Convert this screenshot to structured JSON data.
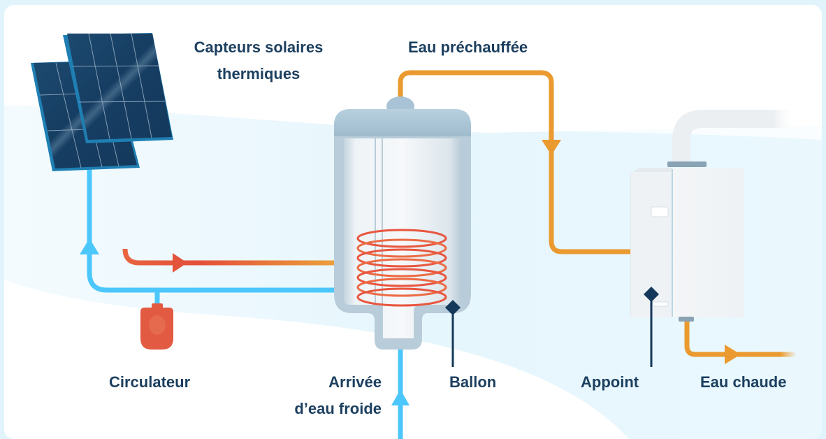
{
  "title": "Chauffe-eau solaire",
  "labels": {
    "collectors": [
      "Capteurs solaires",
      "thermiques"
    ],
    "preheated": "Eau préchauffée",
    "circulator": "Circulateur",
    "cold_inlet": [
      "Arrivée",
      "d’eau froide"
    ],
    "tank": "Ballon",
    "backup": "Appoint",
    "hot_water": "Eau chaude"
  },
  "components": [
    {
      "id": "solar-collectors",
      "icon": "solar-panel-icon"
    },
    {
      "id": "tank",
      "icon": "water-tank-icon"
    },
    {
      "id": "heat-exchanger-coil",
      "icon": "coil-icon"
    },
    {
      "id": "circulator-pump",
      "icon": "pump-icon"
    },
    {
      "id": "backup-boiler",
      "icon": "boiler-icon"
    }
  ],
  "flows": [
    {
      "id": "cold-return",
      "from": "circulator-pump",
      "to": "solar-collectors",
      "color": "#4cc7fb"
    },
    {
      "id": "hot-supply",
      "from": "solar-collectors",
      "to": "tank",
      "color": "#e8563f"
    },
    {
      "id": "preheated-water",
      "from": "tank",
      "to": "backup-boiler",
      "color": "#ea9a2e"
    },
    {
      "id": "hot-water-out",
      "from": "backup-boiler",
      "to": "outlet",
      "color": "#ea9a2e"
    },
    {
      "id": "cold-inlet",
      "from": "mains",
      "to": "tank",
      "color": "#4cc7fb"
    }
  ],
  "colors": {
    "text": "#1c3f5f",
    "cold": "#4cc7fb",
    "hot": "#e8563f",
    "warm": "#ea9a2e",
    "panel": "#173f63",
    "panel_frame": "#1f7fb3",
    "pump": "#e25a42",
    "tank": "#a9c7d8",
    "pointer": "#15395a"
  }
}
